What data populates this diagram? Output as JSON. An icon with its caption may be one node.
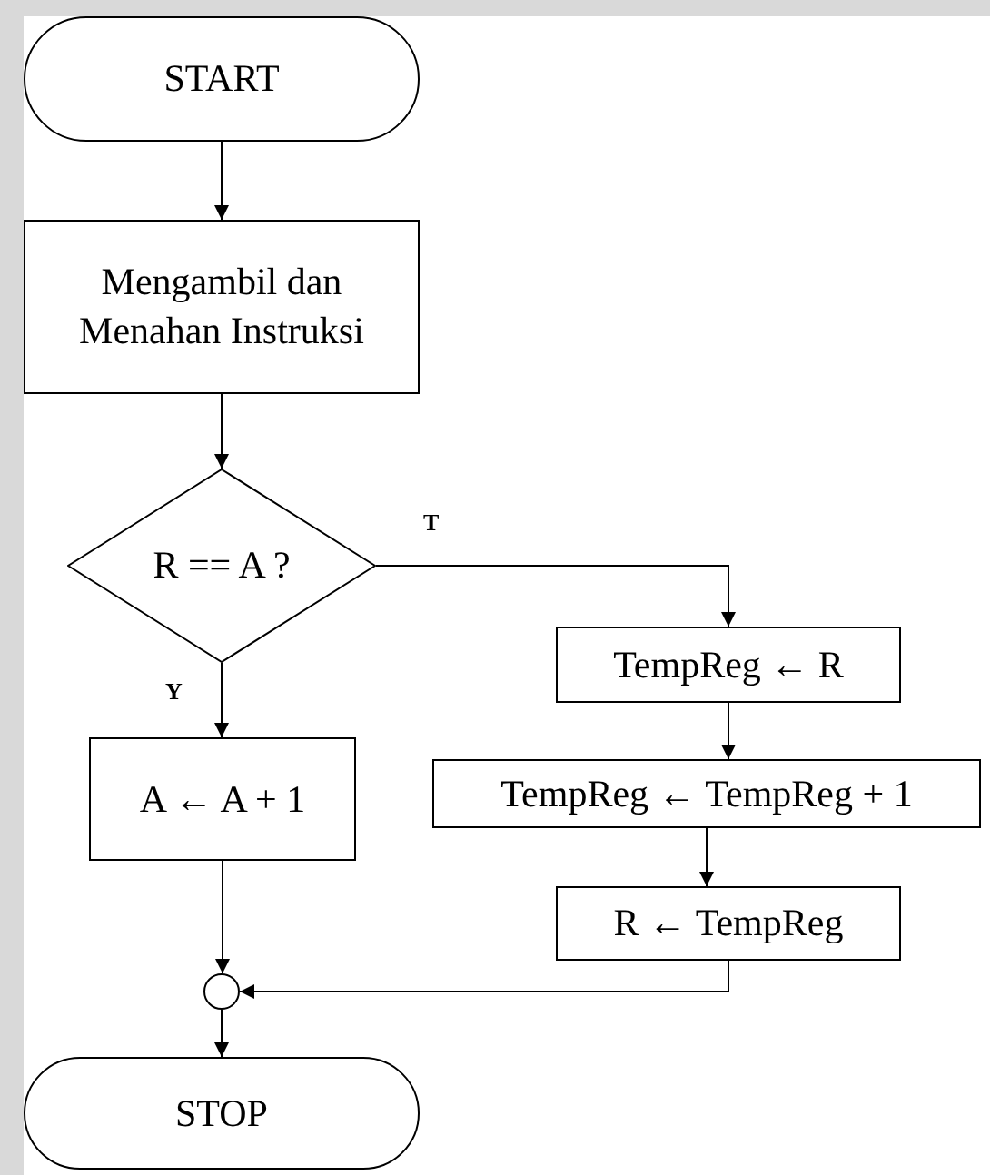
{
  "diagram": {
    "nodes": [
      {
        "text": [
          "START"
        ]
      },
      {
        "text": [
          "Mengambil dan Menahan Instruksi"
        ]
      },
      {
        "text": [
          "R == A ?"
        ]
      },
      {
        "text": [
          "TempReg ← R"
        ]
      },
      {
        "text": [
          "TempReg ← TempReg + 1"
        ]
      },
      {
        "text": [
          "R ← TempReg"
        ]
      },
      {
        "text": [
          "A ← A + 1"
        ]
      },
      {
        "text": [],
        "shape": "circle"
      },
      {
        "text": [
          "STOP"
        ]
      }
    ],
    "edges": [
      {
        "from": 0,
        "to": 1,
        "arrow": "to"
      },
      {
        "from": 1,
        "to": 2,
        "arrow": "to"
      },
      {
        "from": 2,
        "to": 3,
        "arrow": "to",
        "label": "T"
      },
      {
        "from": 3,
        "to": 4,
        "arrow": "to"
      },
      {
        "from": 4,
        "to": 5,
        "arrow": "to"
      },
      {
        "from": 2,
        "to": 6,
        "arrow": "to",
        "label": "Y"
      },
      {
        "from": 6,
        "to": 7,
        "arrow": "to"
      },
      {
        "from": 5,
        "to": 7,
        "arrow": "to"
      },
      {
        "from": 7,
        "to": 8,
        "arrow": "to"
      }
    ]
  }
}
